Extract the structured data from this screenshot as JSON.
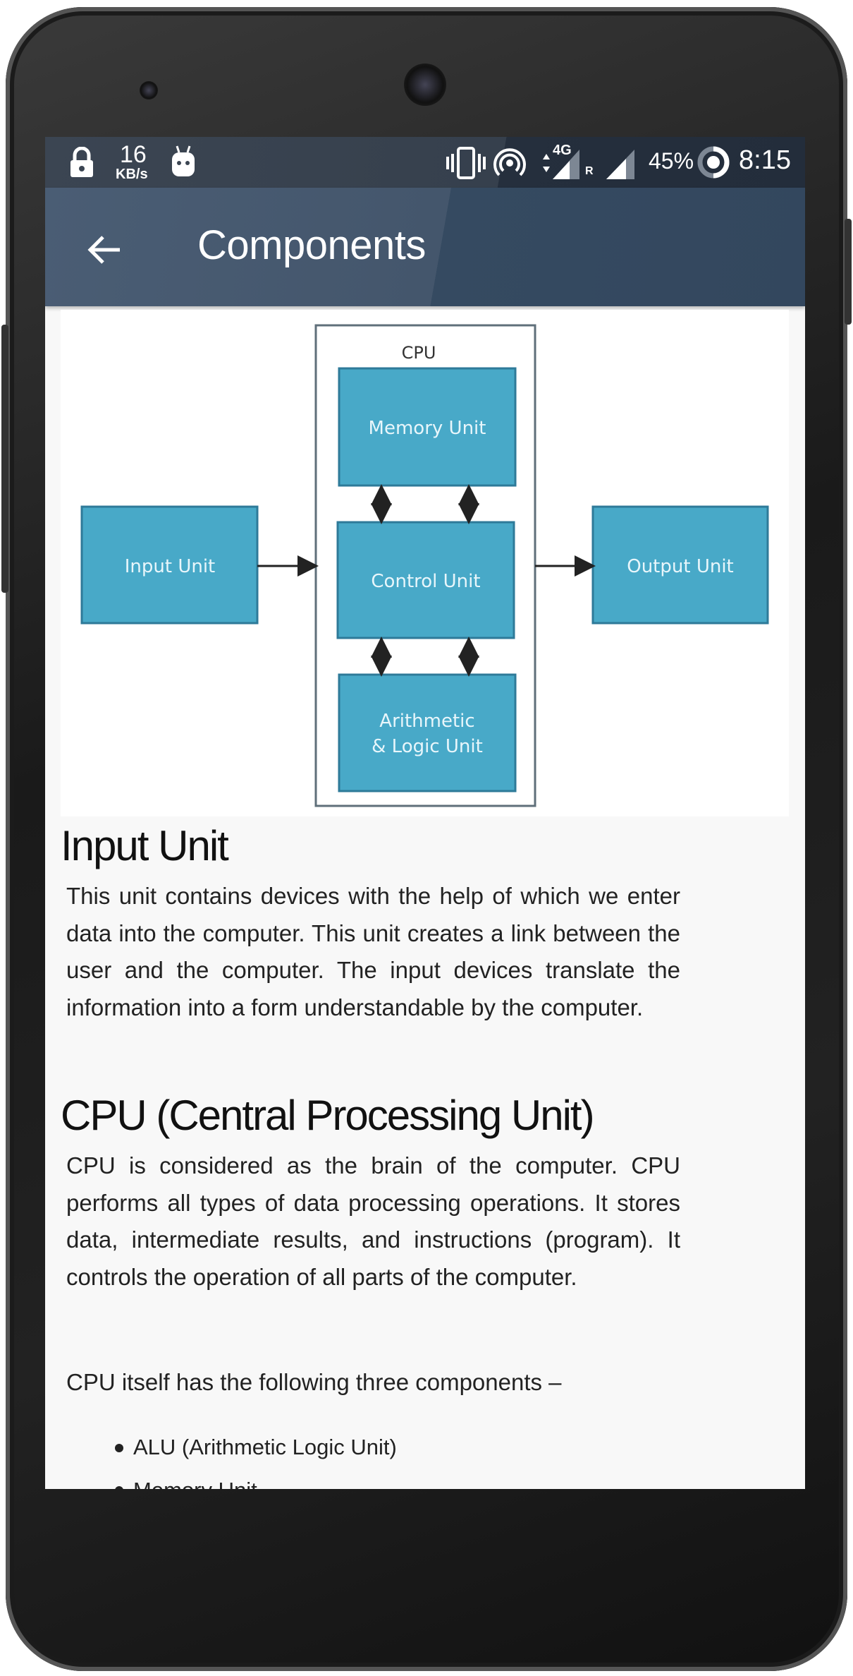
{
  "status_bar": {
    "speed_value": "16",
    "speed_unit": "KB/s",
    "network": "4G",
    "roaming": "R",
    "battery": "45%",
    "time": "8:15"
  },
  "app_bar": {
    "title": "Components"
  },
  "diagram": {
    "cpu_label": "CPU",
    "memory_unit": "Memory Unit",
    "control_unit": "Control Unit",
    "alu_line1": "Arithmetic",
    "alu_line2": "& Logic Unit",
    "input_unit": "Input Unit",
    "output_unit": "Output Unit",
    "box_color": "#48a9c8"
  },
  "sections": [
    {
      "heading": "Input Unit",
      "paragraphs": [
        "This unit contains devices with the help of which we enter data into the computer. This unit creates a link between the user and the computer. The input devices translate the information into a form understandable by the computer."
      ]
    },
    {
      "heading": "CPU (Central Processing Unit)",
      "paragraphs": [
        "CPU is considered as the brain of the computer. CPU performs all types of data processing operations. It stores data, intermediate results, and instructions (program). It controls the operation of all parts of the computer.",
        "CPU itself has the following three components –"
      ],
      "list": [
        "ALU (Arithmetic Logic Unit)",
        "Memory Unit"
      ]
    }
  ]
}
